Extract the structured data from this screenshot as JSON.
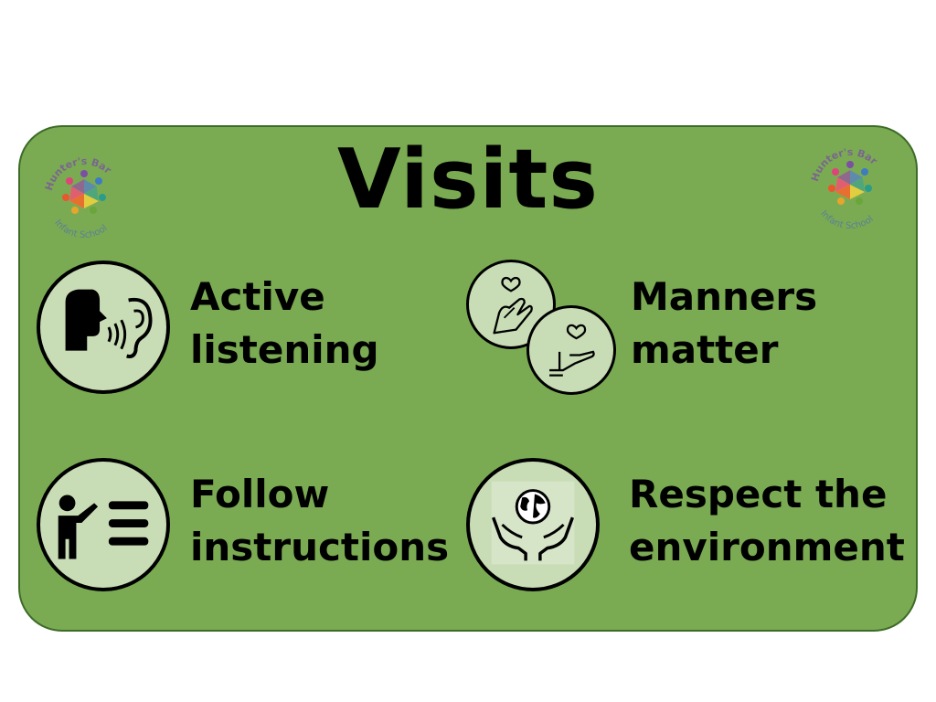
{
  "title": "Visits",
  "logo": {
    "arc_text": "Hunter's Bar Infant School"
  },
  "items": [
    {
      "line1": "Active",
      "line2": "listening",
      "icon": "speaking-listening-icon"
    },
    {
      "line1": "Manners",
      "line2": "matter",
      "icon": "hands-heart-icon"
    },
    {
      "line1": "Follow",
      "line2": "instructions",
      "icon": "teacher-board-icon"
    },
    {
      "line1": "Respect the",
      "line2": "environment",
      "icon": "hands-globe-icon"
    }
  ],
  "colors": {
    "card": "#7aab52",
    "card_border": "#3d6b28",
    "icon_fill": "#c8ddb5"
  }
}
